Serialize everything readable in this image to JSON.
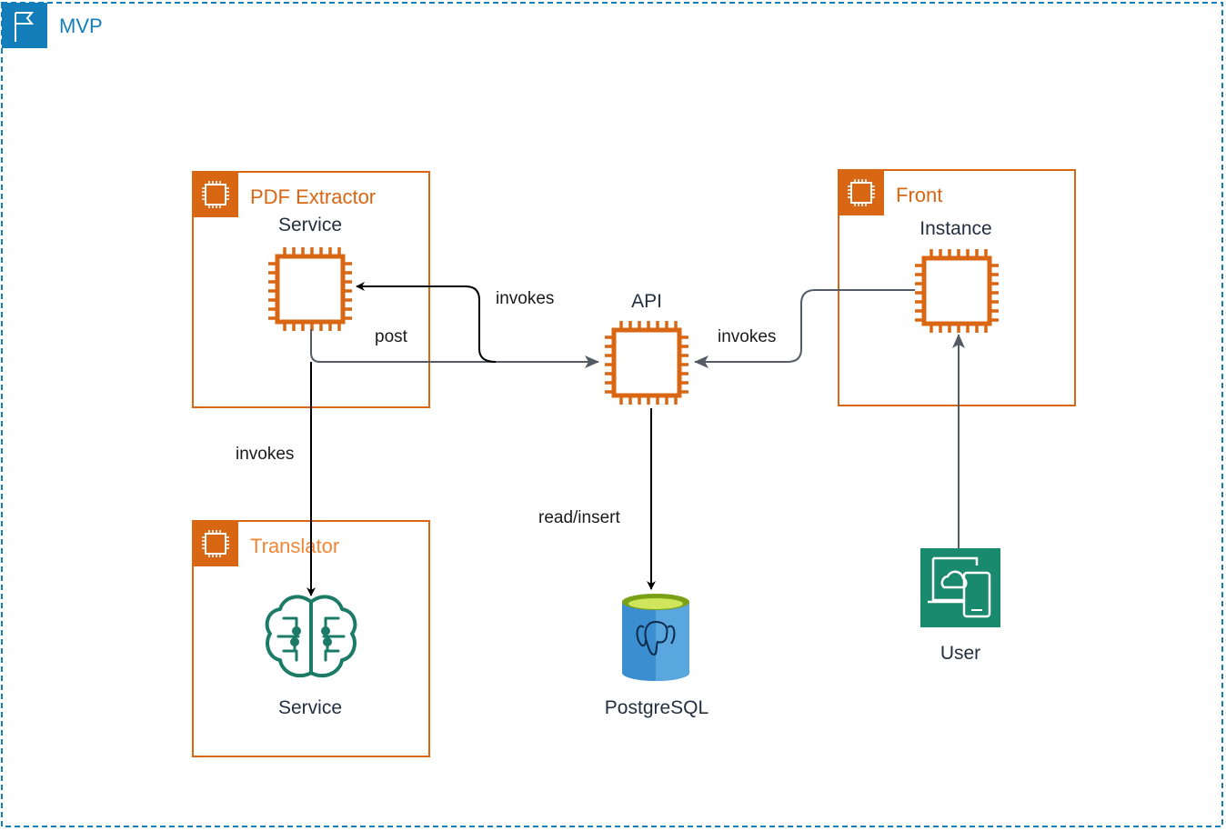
{
  "mvp": {
    "title": "MVP"
  },
  "groups": {
    "pdf_extractor": {
      "title": "PDF Extractor",
      "node_label": "Service"
    },
    "front": {
      "title": "Front",
      "node_label": "Instance"
    },
    "translator": {
      "title": "Translator",
      "node_label": "Service"
    }
  },
  "nodes": {
    "api": {
      "label": "API"
    },
    "postgres": {
      "label": "PostgreSQL"
    },
    "user": {
      "label": "User"
    }
  },
  "edges": {
    "pdf_to_api": "post",
    "api_to_pdf": "invokes",
    "front_to_api": "invokes",
    "pdf_to_translator": "invokes",
    "api_to_db": "read/insert"
  },
  "colors": {
    "mvp_border": "#147eba",
    "ec2_orange": "#d86613",
    "translator_title": "#f58536",
    "ml_green": "#1b7b67",
    "db_blue": "#3b8fd0",
    "db_top": "#7aa116",
    "user_green": "#1a8a6e",
    "arrow_black": "#000000",
    "arrow_gray": "#545b64"
  }
}
